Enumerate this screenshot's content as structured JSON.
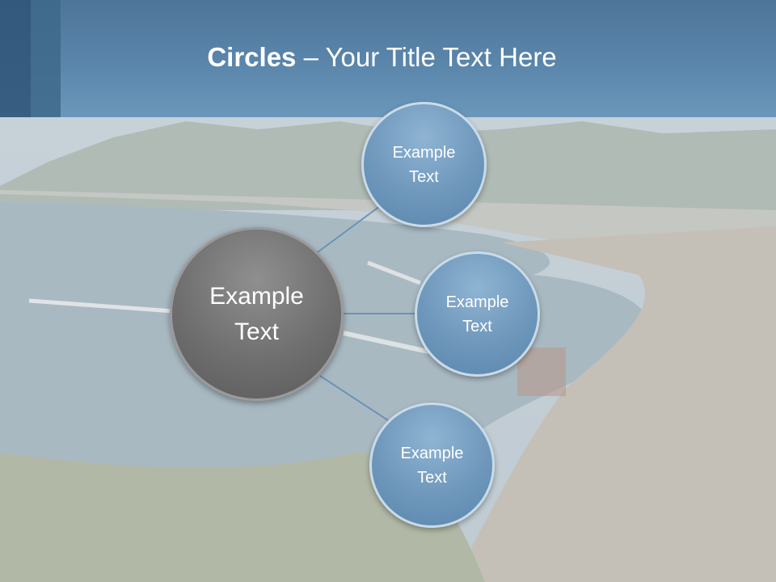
{
  "slide": {
    "title_bold": "Circles",
    "title_rest": " – Your Title Text Here"
  },
  "diagram": {
    "center": {
      "line1": "Example",
      "line2": "Text"
    },
    "nodes": [
      {
        "line1": "Example",
        "line2": "Text"
      },
      {
        "line1": "Example",
        "line2": "Text"
      },
      {
        "line1": "Example",
        "line2": "Text"
      }
    ]
  },
  "colors": {
    "header": "#5b86ab",
    "hub": "#6f6f6f",
    "node": "#6e97bb",
    "connector": "#6a93b7"
  }
}
